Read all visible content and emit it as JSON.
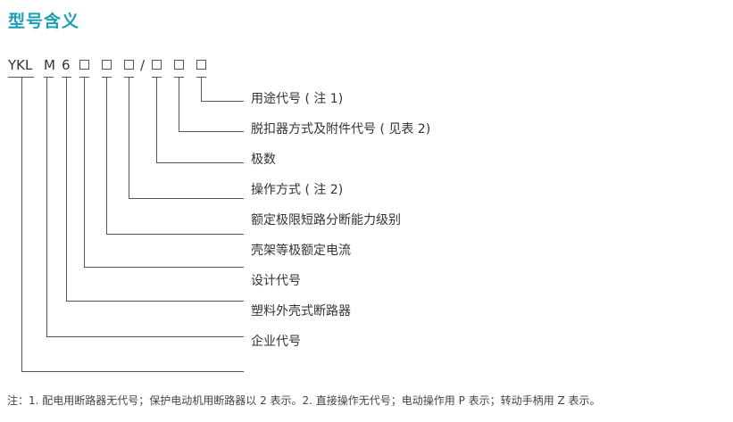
{
  "title": "型号含义",
  "model_code": {
    "prefix": "YKL",
    "m": "M",
    "six": "6",
    "slash": "/"
  },
  "labels": [
    "用途代号 ( 注 1)",
    "脱扣器方式及附件代号 ( 见表 2)",
    "极数",
    "操作方式 ( 注 2)",
    "额定极限短路分断能力级别",
    "壳架等极额定电流",
    "设计代号",
    "塑料外壳式断路器",
    "企业代号"
  ],
  "note": "注：1. 配电用断路器无代号；保护电动机用断路器以 2 表示。2. 直接操作无代号；电动操作用 P 表示；转动手柄用 Z 表示。",
  "colors": {
    "title": "#1a9fb4",
    "text": "#333333",
    "line": "#555555"
  }
}
